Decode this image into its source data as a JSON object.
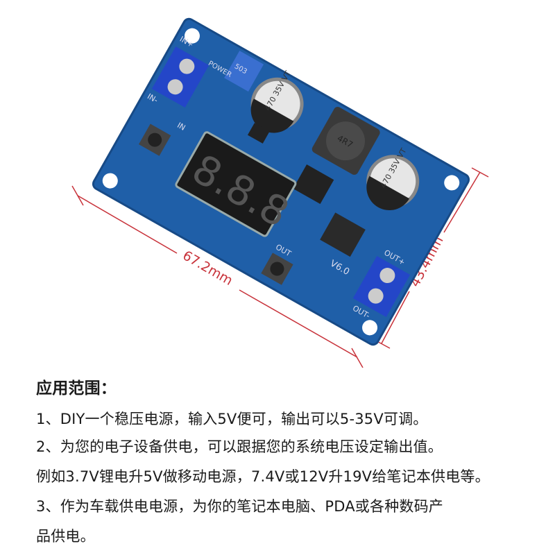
{
  "photo": {
    "board_labels": {
      "power": "POWER",
      "in_plus": "IN+",
      "in_minus": "IN-",
      "in": "IN",
      "out": "OUT",
      "out_plus": "OUT+",
      "out_minus": "OUT-",
      "version": "V6.0",
      "cap1": "470 35V VT",
      "cap2": "470 35V VT",
      "inductor": "4R7",
      "pot": "503"
    },
    "dimensions": {
      "width": "67.2mm",
      "height": "43.4mm"
    },
    "colors": {
      "board": "#1f5fa8",
      "dimension": "#c8323a",
      "terminal": "#2446c8"
    }
  },
  "content": {
    "title": "应用范围：",
    "lines": [
      "1、DIY一个稳压电源，输入5V便可，输出可以5-35V可调。",
      "2、为您的电子设备供电，可以跟据您的系统电压设定输出值。",
      "例如3.7V锂电升5V做移动电源，7.4V或12V升19V给笔记本供电等。",
      "3、作为车载供电电源，为你的笔记本电脑、PDA或各种数码产",
      "品供电。"
    ]
  }
}
